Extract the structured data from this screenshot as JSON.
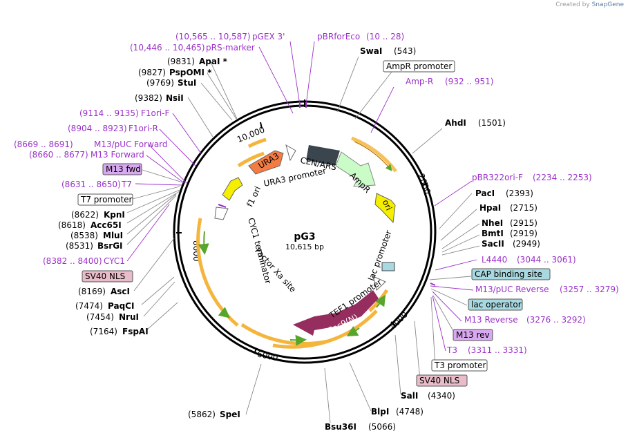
{
  "credit": {
    "prefix": "Created by",
    "brand": "SnapGene"
  },
  "plasmid": {
    "name": "pG3",
    "length": "10,615 bp"
  },
  "ticks": {
    "t2000": "2000",
    "t4000": "4000",
    "t6000": "6000",
    "t8000": "8000",
    "t10000": "10,000"
  },
  "labels": {
    "pgex3": {
      "pos": "(10,565 .. 10,587)",
      "name": "pGEX 3'"
    },
    "pbrforeco": {
      "pos": "(10 .. 28)",
      "name": "pBRforEco"
    },
    "prsmarker": {
      "pos": "(10,446 .. 10,465)",
      "name": "pRS-marker"
    },
    "swai": {
      "name": "SwaI",
      "pos": "(543)"
    },
    "apai": {
      "pos": "(9831)",
      "name": "ApaI *"
    },
    "pspomi": {
      "pos": "(9827)",
      "name": "PspOMI *"
    },
    "stui": {
      "pos": "(9769)",
      "name": "StuI"
    },
    "nsii": {
      "pos": "(9382)",
      "name": "NsiI"
    },
    "f1orif": {
      "pos": "(9114 .. 9135)",
      "name": "F1ori-F"
    },
    "f1orir": {
      "pos": "(8904 .. 8923)",
      "name": "F1ori-R"
    },
    "m13pucfwd": {
      "pos": "(8669 .. 8691)",
      "name": "M13/pUC Forward"
    },
    "m13forward": {
      "pos": "(8660 .. 8677)",
      "name": "M13 Forward"
    },
    "m13fwd": {
      "name": "M13 fwd"
    },
    "t7": {
      "pos": "(8631 .. 8650)",
      "name": "T7"
    },
    "t7promoter": {
      "name": "T7 promoter"
    },
    "kpni": {
      "pos": "(8622)",
      "name": "KpnI"
    },
    "acc65i": {
      "pos": "(8618)",
      "name": "Acc65I"
    },
    "mlui": {
      "pos": "(8538)",
      "name": "MluI"
    },
    "bsrgi": {
      "pos": "(8531)",
      "name": "BsrGI"
    },
    "cyc1": {
      "pos": "(8382 .. 8400)",
      "name": "CYC1"
    },
    "sv40nls_left": {
      "name": "SV40 NLS"
    },
    "asci": {
      "pos": "(8169)",
      "name": "AscI"
    },
    "paqci": {
      "pos": "(7474)",
      "name": "PaqCI"
    },
    "nrui": {
      "pos": "(7454)",
      "name": "NruI"
    },
    "fspai": {
      "pos": "(7164)",
      "name": "FspAI"
    },
    "spei": {
      "pos": "(5862)",
      "name": "SpeI"
    },
    "bsu36i": {
      "name": "Bsu36I",
      "pos": "(5066)"
    },
    "blpi": {
      "name": "BlpI",
      "pos": "(4748)"
    },
    "sali": {
      "name": "SalI",
      "pos": "(4340)"
    },
    "sv40nls_right": {
      "name": "SV40 NLS"
    },
    "t3promoter": {
      "name": "T3 promoter"
    },
    "t3": {
      "name": "T3",
      "pos": "(3311 .. 3331)"
    },
    "m13rev": {
      "name": "M13 rev"
    },
    "m13reverse": {
      "name": "M13 Reverse",
      "pos": "(3276 .. 3292)"
    },
    "lacoperator": {
      "name": "lac operator"
    },
    "m13pucrev": {
      "name": "M13/pUC Reverse",
      "pos": "(3257 .. 3279)"
    },
    "capbinding": {
      "name": "CAP binding site"
    },
    "l4440": {
      "name": "L4440",
      "pos": "(3044 .. 3061)"
    },
    "sacii": {
      "name": "SacII",
      "pos": "(2949)"
    },
    "bmti": {
      "name": "BmtI",
      "pos": "(2919)"
    },
    "nhei": {
      "name": "NheI",
      "pos": "(2915)"
    },
    "hpai": {
      "name": "HpaI",
      "pos": "(2715)"
    },
    "paci": {
      "name": "PacI",
      "pos": "(2393)"
    },
    "pbr322orif": {
      "name": "pBR322ori-F",
      "pos": "(2234 .. 2253)"
    },
    "ahdi": {
      "name": "AhdI",
      "pos": "(1501)"
    },
    "ampr_promoter": {
      "name": "AmpR promoter"
    },
    "ampr_primer": {
      "name": "Amp-R",
      "pos": "(932 .. 951)"
    }
  },
  "features": {
    "ura3": "URA3",
    "ura3promoter": "URA3 promoter",
    "cenars": "CEN/ARS",
    "ampr": "AmpR",
    "ori": "ori",
    "f1ori": "f1 ori",
    "cyc1term": "CYC1 terminator",
    "factorxa": "Factor Xa site",
    "lacpromoter": "lac promoter",
    "tef1promoter": "TEF1 promoter",
    "cas9n": "Cas9(N)"
  },
  "colors": {
    "primer": "#9b30c9",
    "ura3": "#f47c43",
    "ori": "#f5ee00",
    "f1ori": "#f5ee00",
    "ampr": "#c9fcc7",
    "cas9": "#952d5f",
    "cenars": "#3b454e",
    "m13fwd_box": "#d8a8f0",
    "sv40_box": "#e8bcc8",
    "cap_box": "#a8d8e0",
    "orf_orange": "#f5b53d",
    "orf_green": "#57a62b"
  }
}
